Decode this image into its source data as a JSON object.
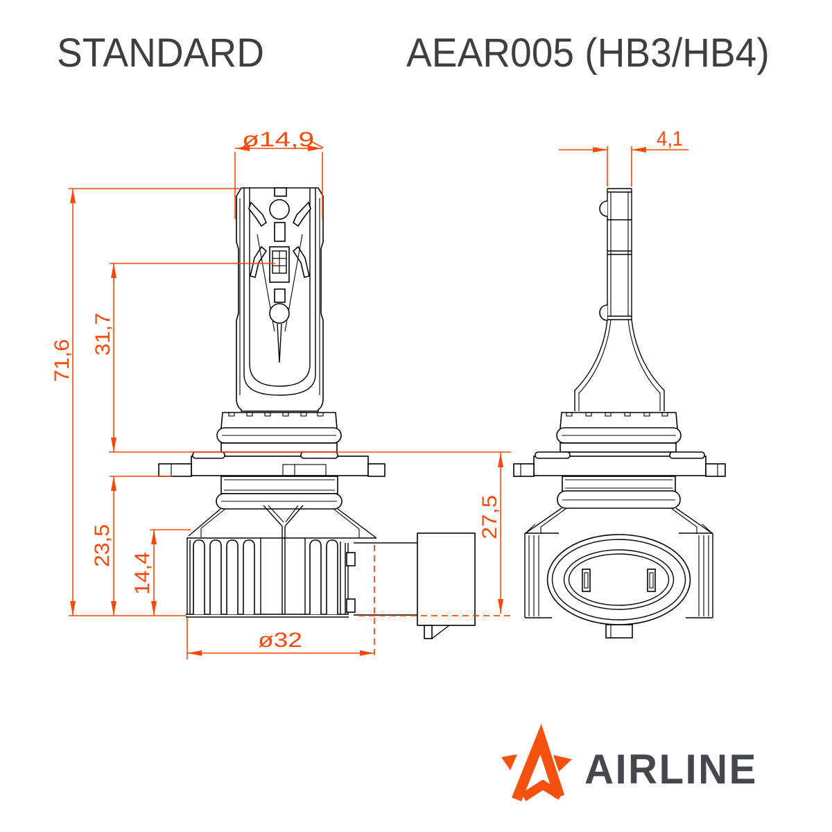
{
  "header": {
    "series": "STANDARD",
    "model": "AEAR005 (HB3/HB4)"
  },
  "dimensions": {
    "head_diameter": "ø14,9",
    "blade_width": "4,1",
    "overall_height": "71,6",
    "led_center_height": "31,7",
    "base_section_height": "23,5",
    "heatsink_fin_height": "14,4",
    "base_flange_diameter": "ø32",
    "connector_section_height": "27,5"
  },
  "colors": {
    "dimension_lines": "#fb4708",
    "drawing_lines": "#000000",
    "logo_orange": "#f4510f",
    "logo_text": "#46474c",
    "header_text": "#3e3f41"
  },
  "logo": {
    "text": "AIRLINE",
    "mark": "star-a-mark"
  }
}
